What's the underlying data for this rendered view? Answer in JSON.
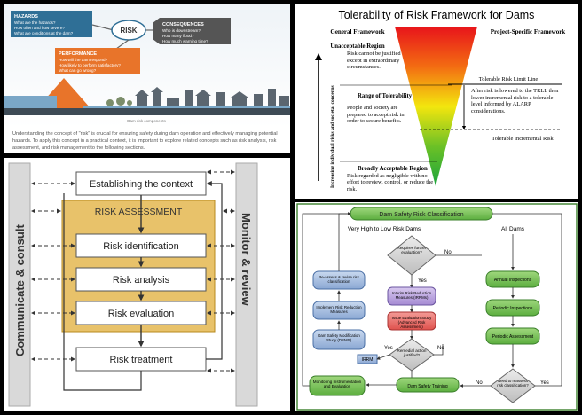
{
  "panel1": {
    "hazards": {
      "title": "HAZARDS",
      "lines": [
        "What are the hazards?",
        "How often and how severe?",
        "What are conditions at the dam?"
      ]
    },
    "risk": "RISK",
    "consequences": {
      "title": "CONSEQUENCES",
      "lines": [
        "Who is downstream?",
        "How many flood?",
        "How much warning time?"
      ]
    },
    "performance": {
      "title": "PERFORMANCE",
      "lines": [
        "How will the dam respond?",
        "How likely to perform satisfactory?",
        "What can go wrong?"
      ]
    },
    "figure_caption": "Dam risk components",
    "paragraph": "Understanding the concept of \"risk\" is crucial for ensuring safety during dam operation and effectively managing potential hazards. To apply this concept in a practical context, it is important to explore related concepts such as risk analysis, risk assessment, and risk management to the following sections."
  },
  "panel2": {
    "title": "Tolerability of Risk Framework for Dams",
    "general_framework": "General Framework",
    "project_specific": "Project-Specific Framework",
    "unacceptable_region": "Unacceptable Region",
    "unacceptable_text": "Risk cannot be justified except in extraordinary circumstances.",
    "range_of_tolerability": "Range of Tolerability",
    "range_text": "People and society are prepared to accept risk in order to secure benefits.",
    "broadly_acceptable": "Broadly Acceptable Region",
    "broadly_text": "Risk regarded as negligible with no effort to review, control, or reduce the risk.",
    "vertical_axis": "Increasing individual risks and societal concerns",
    "trll": "Tolerable Risk Limit Line",
    "trll_text": "After risk is lowered to the TRLL then lower incremental risk to a tolerable level informed by ALARP considerations.",
    "tolerable_incremental": "Tolerable Incremental Risk"
  },
  "panel3": {
    "left_side": "Communicate & consult",
    "right_side": "Monitor & review",
    "establishing": "Establishing the context",
    "risk_assessment": "RISK ASSESSMENT",
    "identification": "Risk identification",
    "analysis": "Risk analysis",
    "evaluation": "Risk evaluation",
    "treatment": "Risk treatment"
  },
  "panel4": {
    "title": "Dam Safety Risk Classification",
    "very_high": "Very High to Low Risk Dams",
    "all_dams": "All Dams",
    "requires": "Requires further evaluation?",
    "yes": "Yes",
    "no": "No",
    "reassess": "Re-assess & revise risk classification",
    "interim": "Interim Risk Reduction Measures (IRRMs)",
    "implement": "Implement Risk Reduction Measures",
    "issue_eval": "Issue Evaluation Study (Advanced Risk Assessment)",
    "dsms": "Dam Safety Modification Study (DSMS)",
    "remedial": "Remedial action justified?",
    "irrm": "IRRM",
    "annual": "Annual Inspections",
    "periodic_insp": "Periodic Inspections",
    "periodic_assess": "Periodic Assessment",
    "need": "Need to reassess risk classification?",
    "monitoring": "Monitoring Instrumentation and Evaluation",
    "training": "Dam Safety Training"
  }
}
